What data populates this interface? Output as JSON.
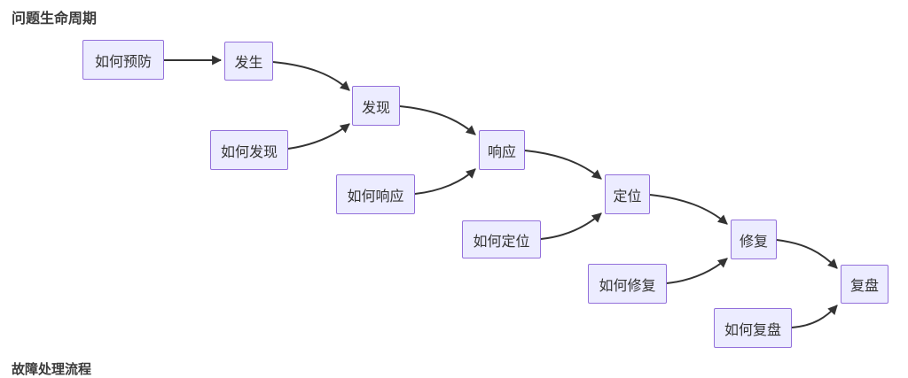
{
  "title": "问题生命周期",
  "partial_bottom_heading": "故障处理流程",
  "diagram": {
    "type": "flowchart",
    "style": "mermaid-like stepped cascade, left-to-right descending",
    "colors": {
      "node_fill": "#ECECFF",
      "node_border": "#9370DB",
      "edge": "#333333",
      "node_text": "#333333",
      "title_text": "#3b3b3b",
      "background": "#ffffff"
    },
    "nodes": [
      {
        "id": "how-prevent",
        "label": "如何预防",
        "kind": "question"
      },
      {
        "id": "occur",
        "label": "发生",
        "kind": "stage"
      },
      {
        "id": "discover",
        "label": "发现",
        "kind": "stage"
      },
      {
        "id": "how-discover",
        "label": "如何发现",
        "kind": "question"
      },
      {
        "id": "respond",
        "label": "响应",
        "kind": "stage"
      },
      {
        "id": "how-respond",
        "label": "如何响应",
        "kind": "question"
      },
      {
        "id": "locate",
        "label": "定位",
        "kind": "stage"
      },
      {
        "id": "how-locate",
        "label": "如何定位",
        "kind": "question"
      },
      {
        "id": "fix",
        "label": "修复",
        "kind": "stage"
      },
      {
        "id": "how-fix",
        "label": "如何修复",
        "kind": "question"
      },
      {
        "id": "review",
        "label": "复盘",
        "kind": "stage"
      },
      {
        "id": "how-review",
        "label": "如何复盘",
        "kind": "question"
      }
    ],
    "edges": [
      {
        "from": "how-prevent",
        "to": "occur"
      },
      {
        "from": "occur",
        "to": "discover"
      },
      {
        "from": "how-discover",
        "to": "discover"
      },
      {
        "from": "discover",
        "to": "respond"
      },
      {
        "from": "how-respond",
        "to": "respond"
      },
      {
        "from": "respond",
        "to": "locate"
      },
      {
        "from": "how-locate",
        "to": "locate"
      },
      {
        "from": "locate",
        "to": "fix"
      },
      {
        "from": "how-fix",
        "to": "fix"
      },
      {
        "from": "fix",
        "to": "review"
      },
      {
        "from": "how-review",
        "to": "review"
      }
    ]
  }
}
